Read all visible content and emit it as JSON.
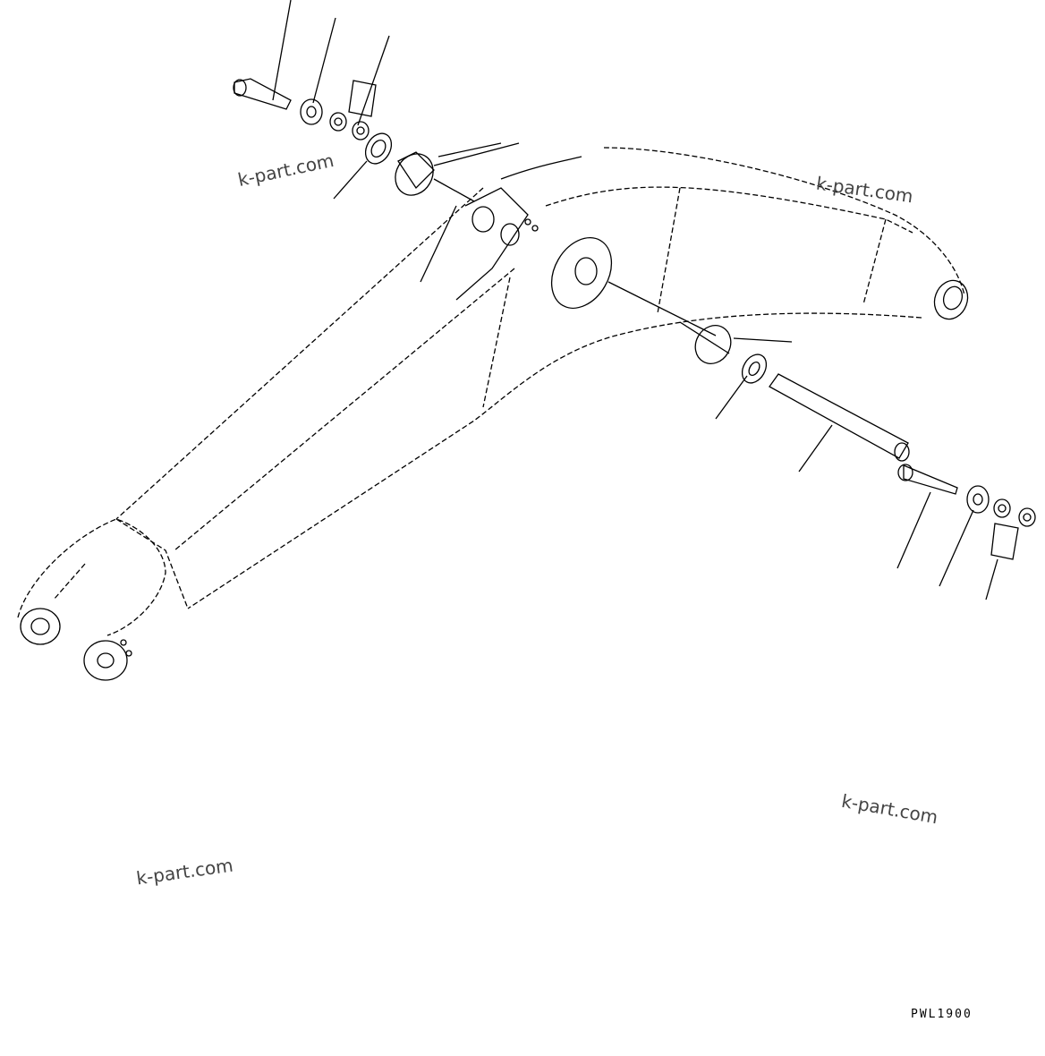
{
  "diagram": {
    "drawing_code": "PWL1900",
    "watermarks": [
      "k-part.com",
      "k-part.com",
      "k-part.com",
      "k-part.com"
    ],
    "colors": {
      "line": "#000000",
      "background": "#ffffff"
    }
  }
}
